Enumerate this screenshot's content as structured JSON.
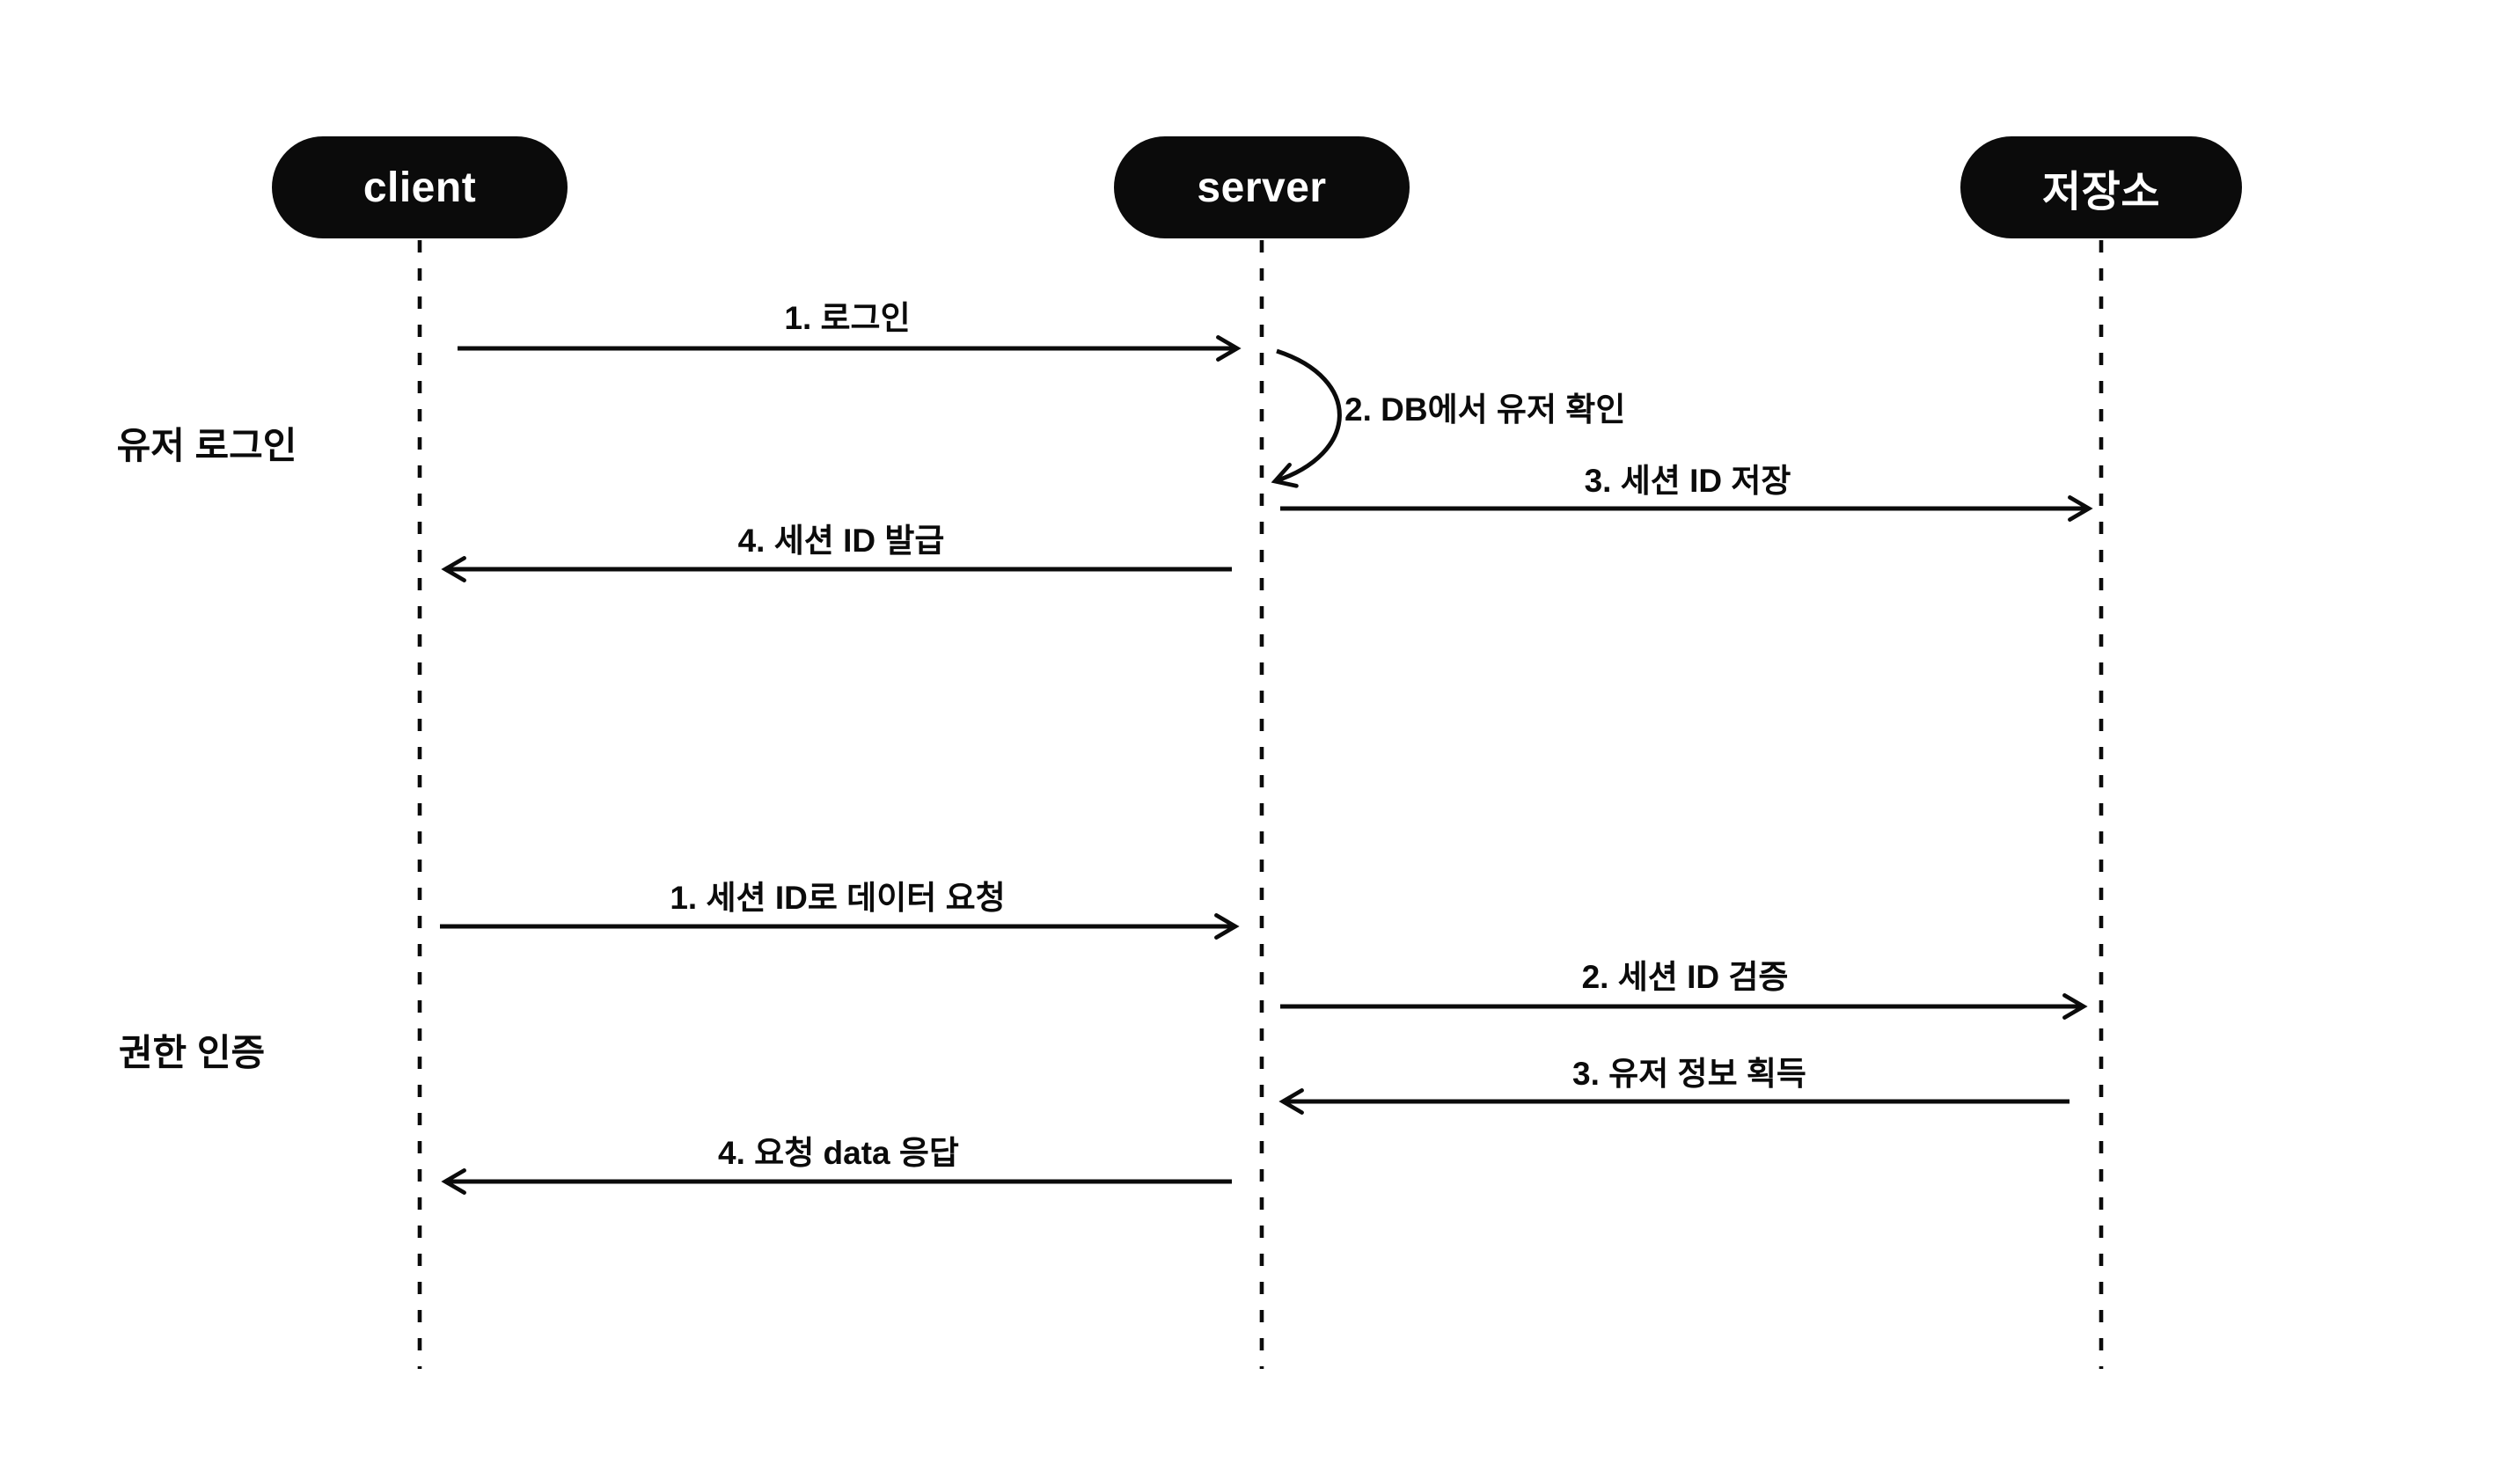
{
  "diagram": {
    "type": "sequence",
    "background_color": "#ffffff",
    "ink_color": "#0b0b0b",
    "actors": [
      {
        "id": "client",
        "label": "client"
      },
      {
        "id": "server",
        "label": "server"
      },
      {
        "id": "storage",
        "label": "저장소"
      }
    ],
    "sections": [
      {
        "label": "유저 로그인",
        "messages": [
          {
            "label": "1. 로그인",
            "from": "client",
            "to": "server",
            "kind": "arrow-right"
          },
          {
            "label": "2. DB에서 유저 확인",
            "from": "server",
            "to": "server",
            "kind": "self-loop"
          },
          {
            "label": "3. 세션 ID 저장",
            "from": "server",
            "to": "storage",
            "kind": "arrow-right"
          },
          {
            "label": "4. 세션 ID 발급",
            "from": "server",
            "to": "client",
            "kind": "arrow-left"
          }
        ]
      },
      {
        "label": "권한 인증",
        "messages": [
          {
            "label": "1. 세션 ID로 데이터 요청",
            "from": "client",
            "to": "server",
            "kind": "arrow-right"
          },
          {
            "label": "2. 세션 ID 검증",
            "from": "server",
            "to": "storage",
            "kind": "arrow-right"
          },
          {
            "label": "3. 유저 정보 획득",
            "from": "storage",
            "to": "server",
            "kind": "arrow-left"
          },
          {
            "label": "4. 요청 data 응답",
            "from": "server",
            "to": "client",
            "kind": "arrow-left"
          }
        ]
      }
    ]
  }
}
